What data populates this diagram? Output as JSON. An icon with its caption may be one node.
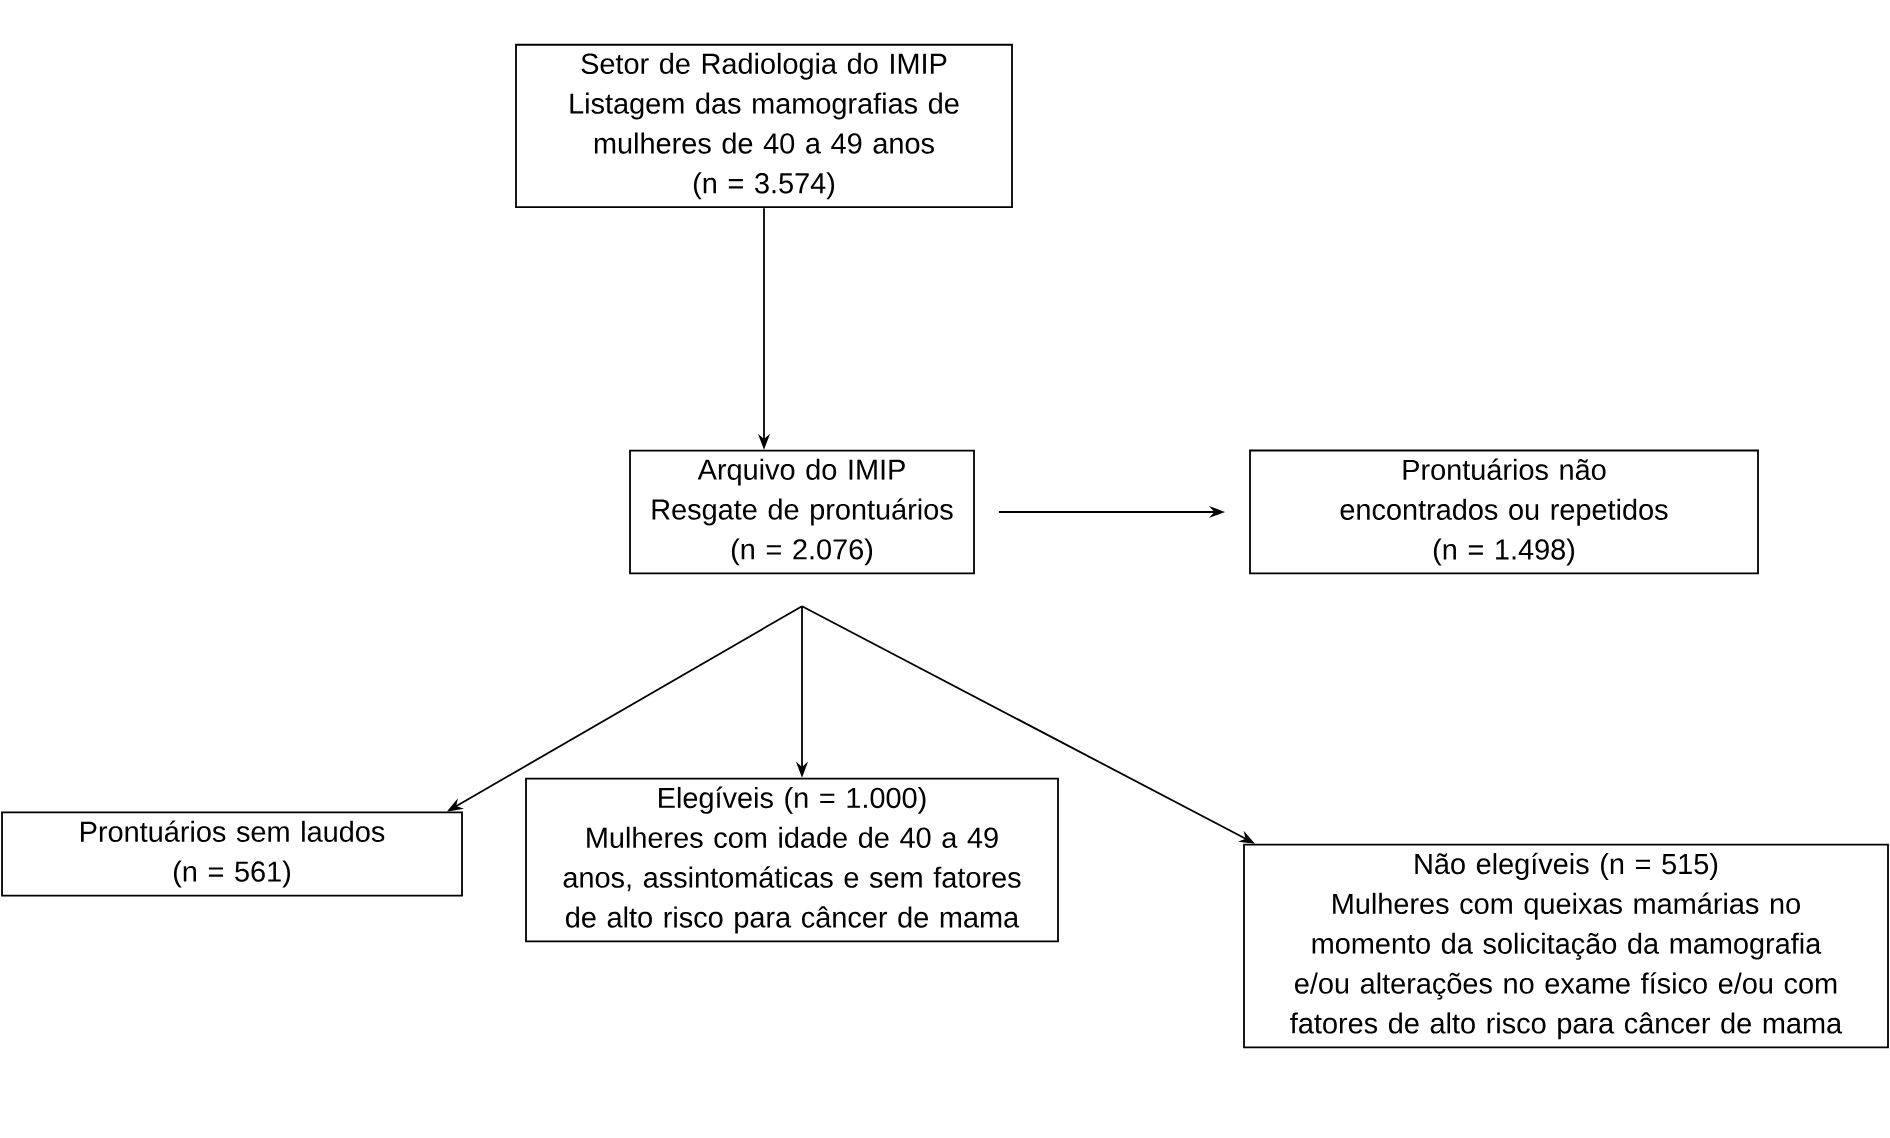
{
  "diagram": {
    "nodes": [
      {
        "text": [
          "Setor de Radiologia do IMIP",
          "Listagem das mamografias de mulheres de 40 a 49 anos",
          "(n = 3.574)"
        ]
      },
      {
        "text": [
          "Arquivo do IMIP",
          "Resgate de prontuários",
          "(n = 2.076)"
        ]
      },
      {
        "text": [
          "Prontuários não encontrados ou repetidos",
          "(n = 1.498)"
        ]
      },
      {
        "text": [
          "Prontuários sem laudos",
          "(n = 561)"
        ]
      },
      {
        "text": [
          "Elegíveis (n = 1.000)",
          "Mulheres com idade de 40 a 49 anos, assintomáticas e sem fatores de alto risco para câncer de mama"
        ]
      },
      {
        "text": [
          "Não elegíveis (n = 515)",
          "Mulheres com queixas mamárias no momento da solicitação da mamografia e/ou alterações no exame físico e/ou com fatores de alto risco para câncer de mama"
        ]
      }
    ],
    "edges": [
      {
        "from": 0,
        "to": 1,
        "arrow": "to"
      },
      {
        "from": 1,
        "to": 2,
        "arrow": "to"
      },
      {
        "from": 1,
        "to": 3,
        "arrow": "to"
      },
      {
        "from": 1,
        "to": 4,
        "arrow": "to"
      },
      {
        "from": 1,
        "to": 5,
        "arrow": "to"
      }
    ]
  }
}
